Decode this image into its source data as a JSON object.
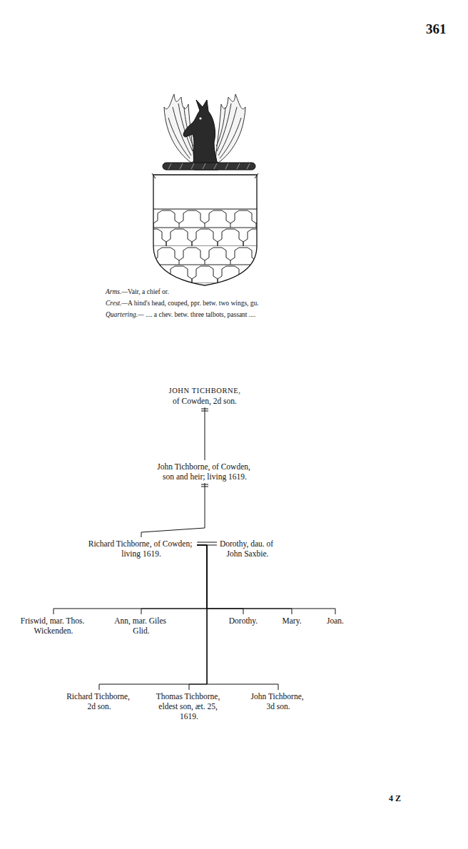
{
  "diagram": {
    "nodes": [
      {
        "text": [
          "JOHN TICHBORNE,",
          "of Cowden, 2d son."
        ]
      },
      {
        "text": [
          "John Tichborne, of Cowden, son and heir; living 1619."
        ]
      },
      {
        "text": [
          "Richard Tichborne, of Cowden; living 1619."
        ]
      },
      {
        "text": [
          "Dorothy, dau. of John Saxbie."
        ]
      },
      {
        "text": [
          "Friswid, mar. Thos. Wickenden."
        ]
      },
      {
        "text": [
          "Ann, mar. Giles Glid."
        ]
      },
      {
        "text": [
          "Dorothy."
        ]
      },
      {
        "text": [
          "Mary."
        ]
      },
      {
        "text": [
          "Joan."
        ]
      },
      {
        "text": [
          "Richard Tichborne, 2d son."
        ]
      },
      {
        "text": [
          "Thomas Tichborne, eldest son, æt. 25, 1619."
        ]
      },
      {
        "text": [
          "John Tichborne, 3d son."
        ]
      }
    ],
    "edges": [
      {
        "from": 0,
        "to": 1,
        "arrow": "none"
      },
      {
        "from": 1,
        "to": 2,
        "arrow": "none"
      },
      {
        "from": 2,
        "to": 3,
        "arrow": "none"
      },
      {
        "from": 2,
        "to": 4,
        "arrow": "none"
      },
      {
        "from": 2,
        "to": 5,
        "arrow": "none"
      },
      {
        "from": 2,
        "to": 6,
        "arrow": "none"
      },
      {
        "from": 2,
        "to": 7,
        "arrow": "none"
      },
      {
        "from": 2,
        "to": 8,
        "arrow": "none"
      },
      {
        "from": 2,
        "to": 9,
        "arrow": "none"
      },
      {
        "from": 2,
        "to": 10,
        "arrow": "none"
      },
      {
        "from": 2,
        "to": 11,
        "arrow": "none"
      }
    ],
    "labels": [
      "361",
      "Arms.—Vair, a chief or.",
      "Crest.—A hind's head, couped, ppr. betw. two wings, gu.",
      "Quartering.— .... a chev. betw. three talbots, passant ....",
      "4 Z"
    ]
  }
}
